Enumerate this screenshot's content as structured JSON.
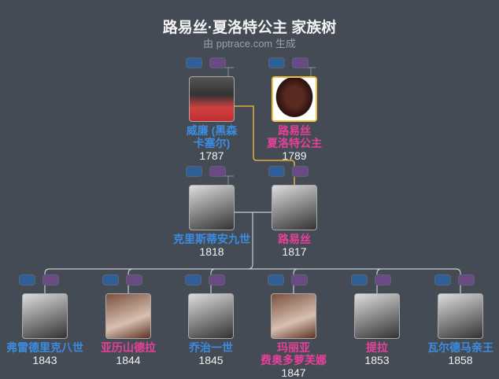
{
  "title": "路易丝·夏洛特公主 家族树",
  "subtitle": "由 pptrace.com 生成",
  "colors": {
    "male": "#3b8de4",
    "female": "#e8409a",
    "selected_border": "#f0c040",
    "background": "#454b54"
  },
  "gen1": [
    {
      "name1": "威廉 (黑森",
      "name2": "卡塞尔)",
      "year": "1787",
      "sex": "m"
    },
    {
      "name1": "路易丝",
      "name2": "夏洛特公主",
      "year": "1789",
      "sex": "f",
      "selected": true
    }
  ],
  "gen2": [
    {
      "name1": "克里斯蒂安九世",
      "year": "1818",
      "sex": "m"
    },
    {
      "name1": "路易丝",
      "year": "1817",
      "sex": "f"
    }
  ],
  "children": [
    {
      "name1": "弗雷德里克八世",
      "year": "1843",
      "sex": "m"
    },
    {
      "name1": "亚历山德拉",
      "year": "1844",
      "sex": "f"
    },
    {
      "name1": "乔治一世",
      "year": "1845",
      "sex": "m"
    },
    {
      "name1": "玛丽亚",
      "name2": "费奥多萝芙娜",
      "year": "1847",
      "sex": "f"
    },
    {
      "name1": "提拉",
      "year": "1853",
      "sex": "f"
    },
    {
      "name1": "瓦尔德马亲王",
      "year": "1858",
      "sex": "m"
    }
  ]
}
